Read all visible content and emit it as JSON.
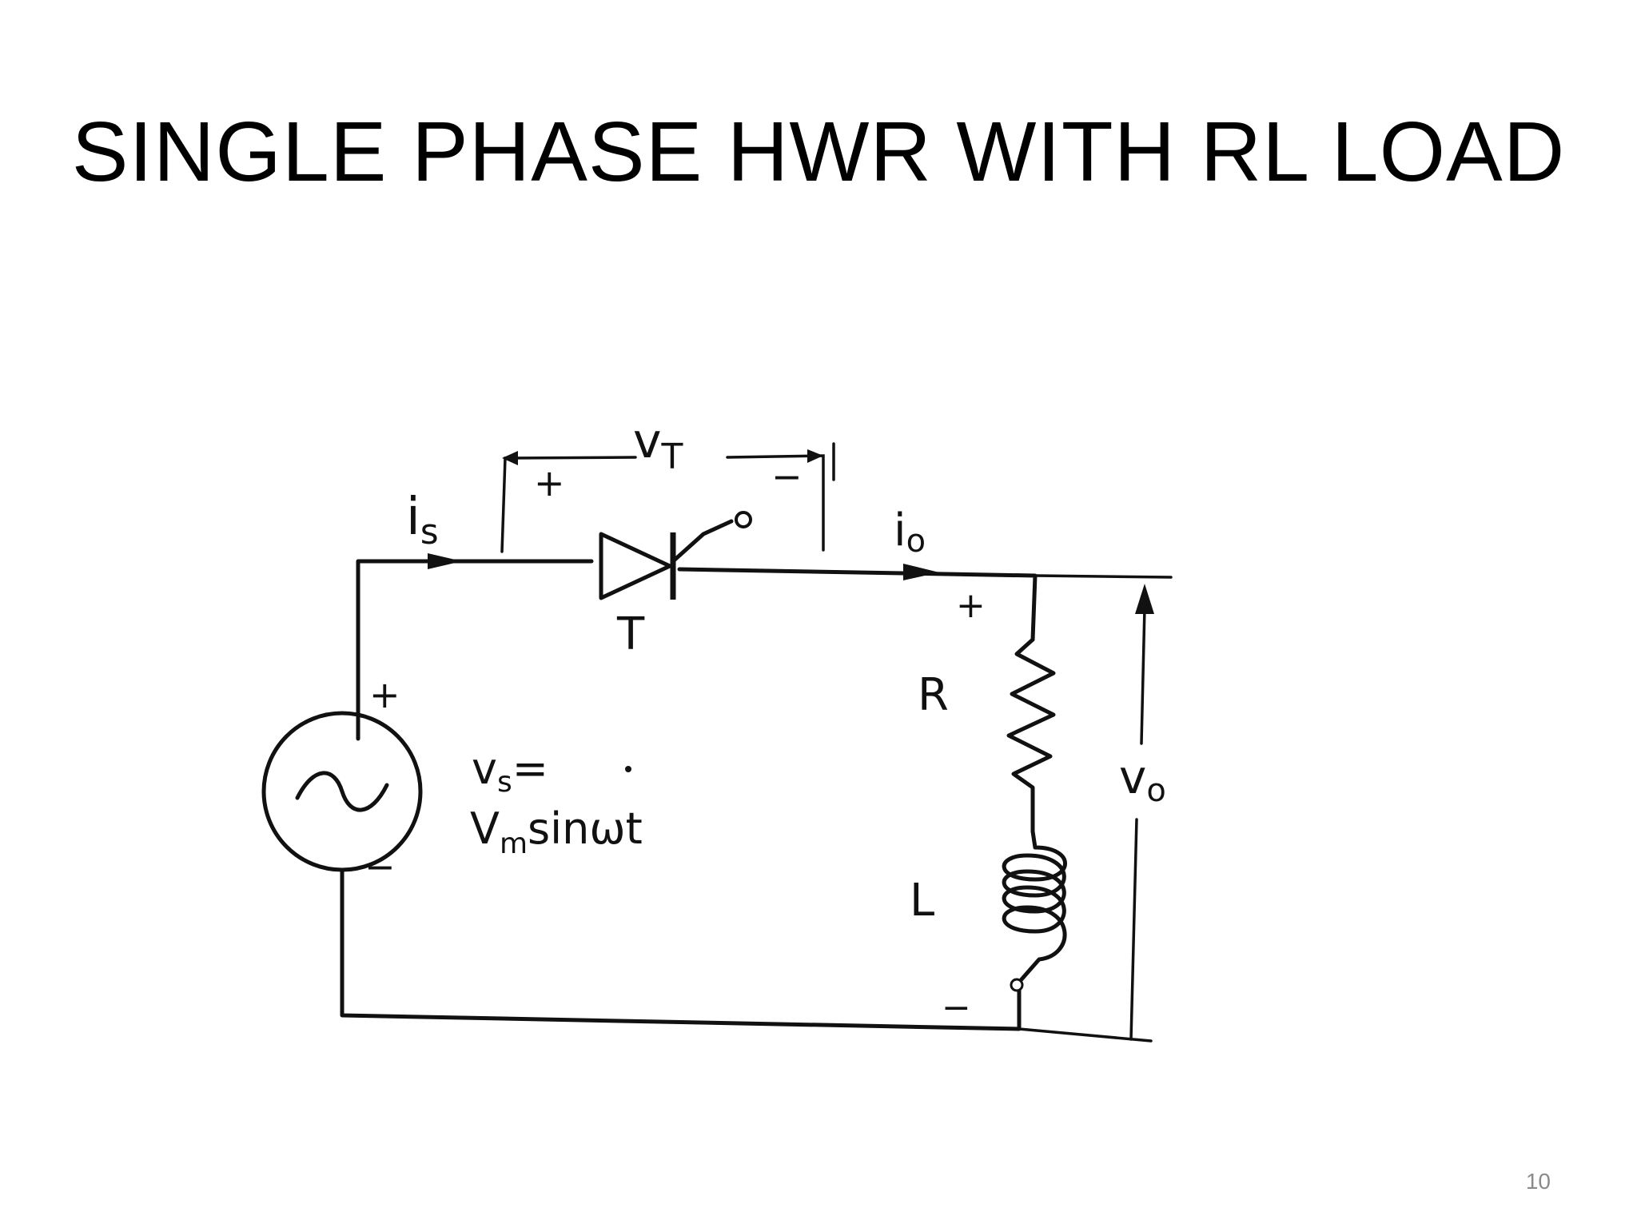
{
  "slide": {
    "title": "SINGLE PHASE HWR WITH RL LOAD",
    "page_number": "10"
  },
  "diagram": {
    "source_current_label": "i",
    "source_current_sub": "s",
    "output_current_label": "i",
    "output_current_sub": "o",
    "thyristor_voltage_label": "v",
    "thyristor_voltage_sub": "T",
    "thyristor_plus": "+",
    "thyristor_minus": "−",
    "thyristor_label": "T",
    "source_plus": "+",
    "source_minus": "−",
    "source_eq_line1_v": "v",
    "source_eq_line1_sub": "s",
    "source_eq_line1_rest": "= ",
    "source_eq_line2_v": "V",
    "source_eq_line2_sub": "m",
    "source_eq_line2_rest": "sinωt",
    "load_plus": "+",
    "load_minus": "−",
    "resistor_label": "R",
    "inductor_label": "L",
    "output_voltage_label": "v",
    "output_voltage_sub": "o"
  }
}
